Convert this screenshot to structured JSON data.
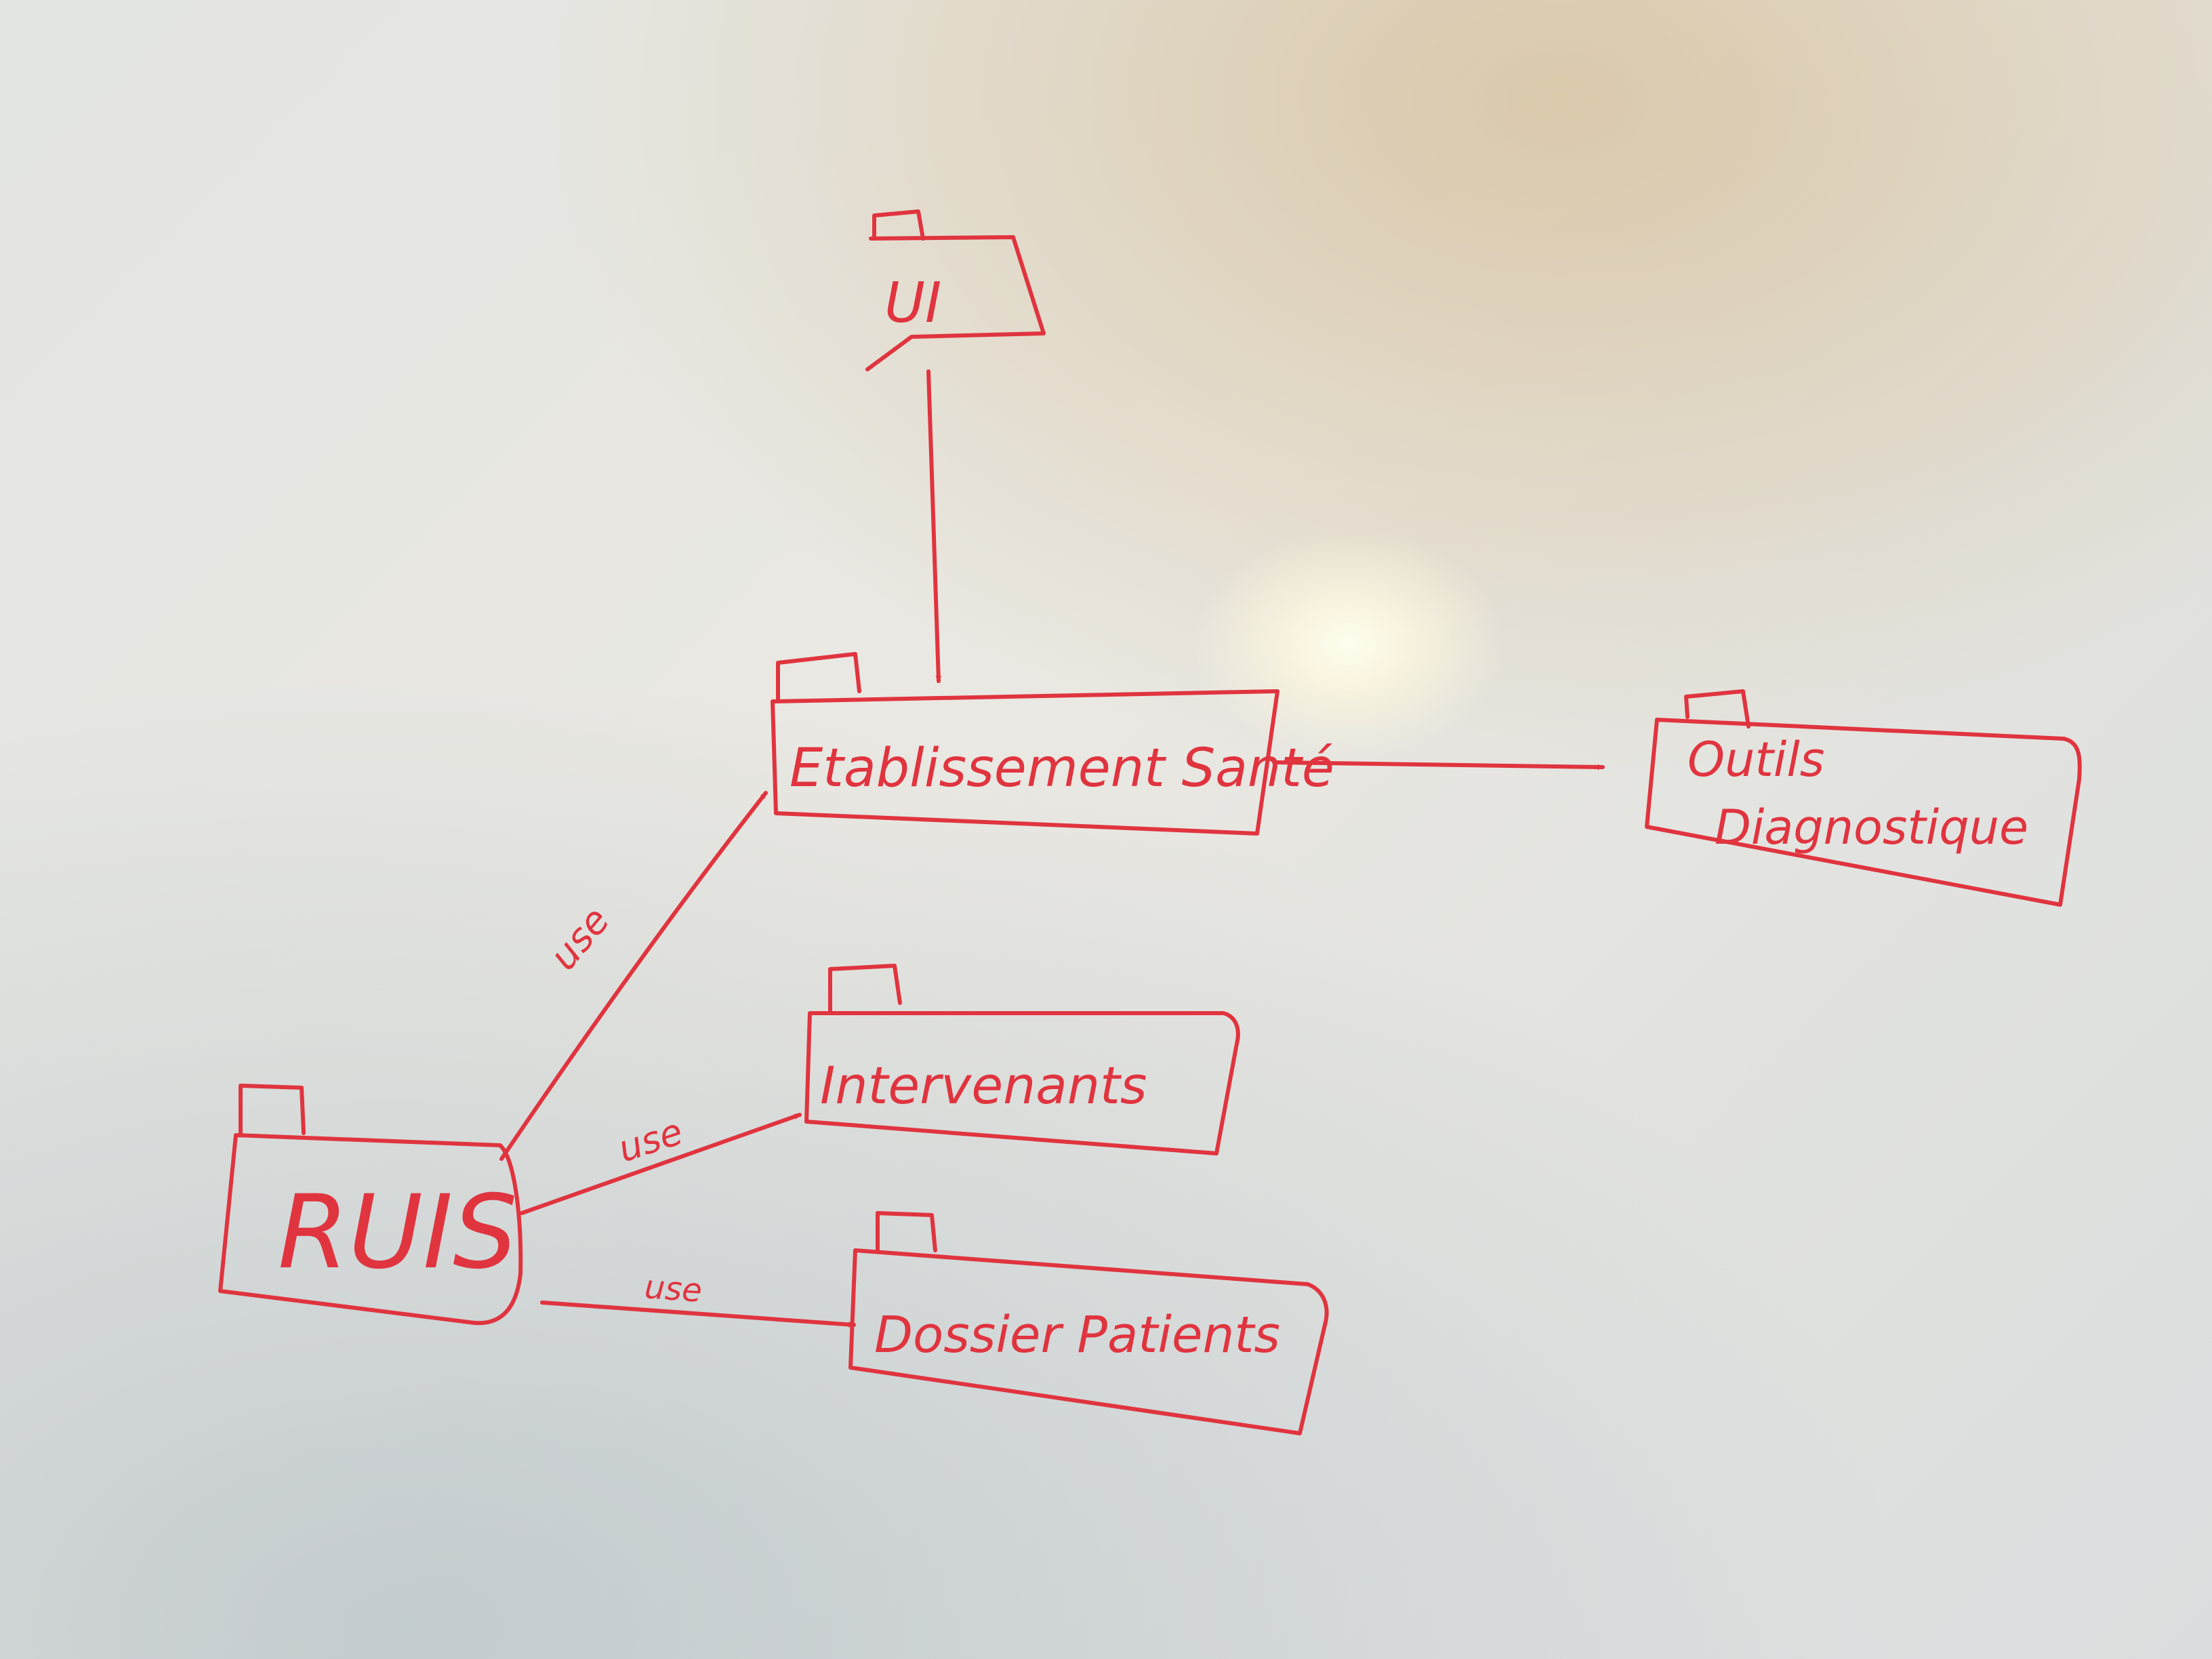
{
  "diagram": {
    "packages": {
      "ui": {
        "label": "UI"
      },
      "etablissement": {
        "label": "Etablissement Santé"
      },
      "outils": {
        "line1": "Outils",
        "line2": "Diagnostique"
      },
      "intervenants": {
        "label": "Intervenants"
      },
      "ruis": {
        "label": "RUIS"
      },
      "dossier": {
        "label": "Dossier Patients"
      }
    },
    "edges": {
      "ruis_etablissement": {
        "label": "use"
      },
      "ruis_intervenants": {
        "label": "use"
      },
      "ruis_dossier": {
        "label": "use"
      }
    },
    "colors": {
      "marker": "#e0343f",
      "board": "#e6e7e3"
    }
  }
}
